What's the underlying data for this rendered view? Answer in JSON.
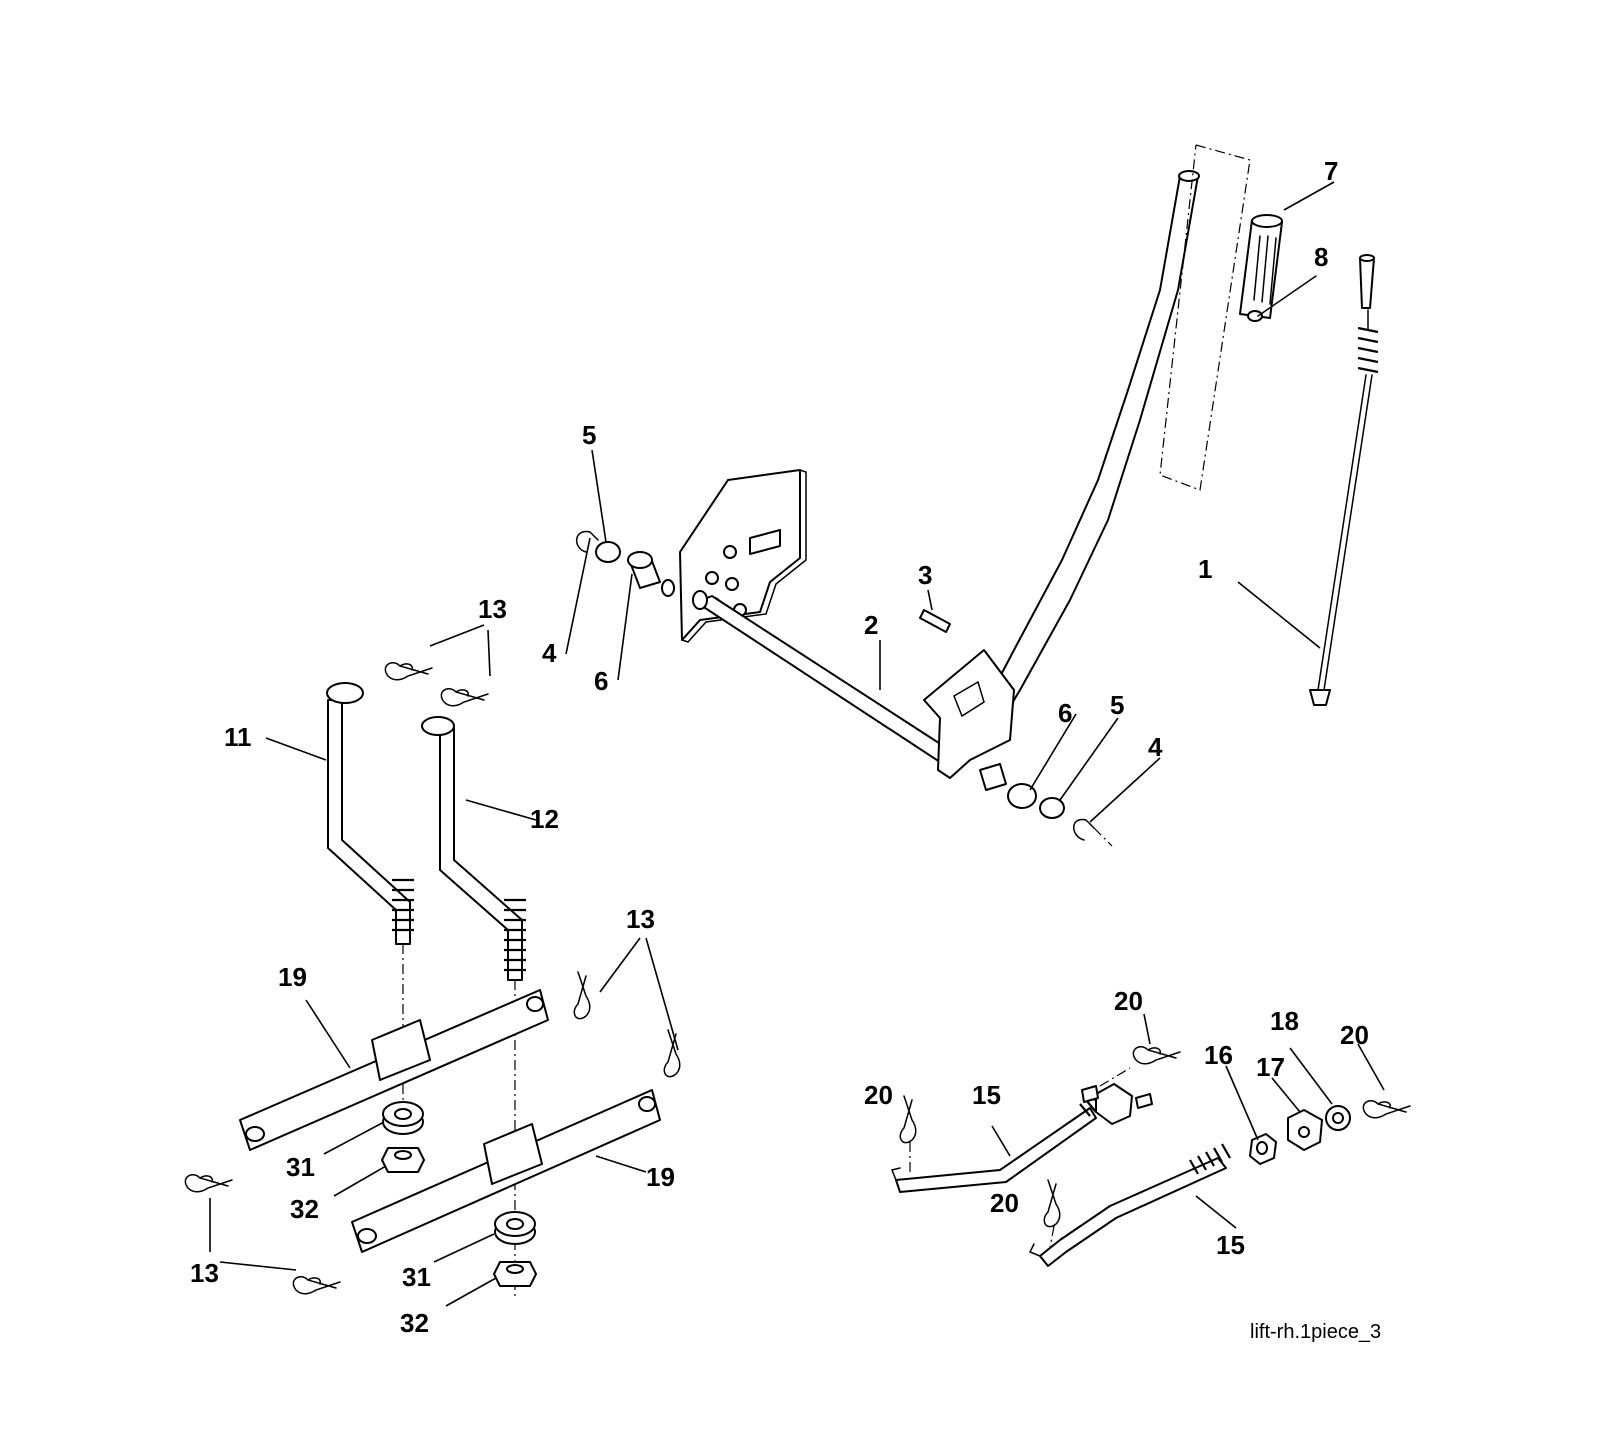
{
  "reference": "lift-rh.1piece_3",
  "callouts": [
    {
      "id": "c1",
      "text": "1"
    },
    {
      "id": "c2",
      "text": "2"
    },
    {
      "id": "c3",
      "text": "3"
    },
    {
      "id": "c4a",
      "text": "4"
    },
    {
      "id": "c4b",
      "text": "4"
    },
    {
      "id": "c5a",
      "text": "5"
    },
    {
      "id": "c5b",
      "text": "5"
    },
    {
      "id": "c6a",
      "text": "6"
    },
    {
      "id": "c6b",
      "text": "6"
    },
    {
      "id": "c7",
      "text": "7"
    },
    {
      "id": "c8",
      "text": "8"
    },
    {
      "id": "c11",
      "text": "11"
    },
    {
      "id": "c12",
      "text": "12"
    },
    {
      "id": "c13a",
      "text": "13"
    },
    {
      "id": "c13b",
      "text": "13"
    },
    {
      "id": "c13c",
      "text": "13"
    },
    {
      "id": "c15a",
      "text": "15"
    },
    {
      "id": "c15b",
      "text": "15"
    },
    {
      "id": "c16",
      "text": "16"
    },
    {
      "id": "c17",
      "text": "17"
    },
    {
      "id": "c18",
      "text": "18"
    },
    {
      "id": "c19a",
      "text": "19"
    },
    {
      "id": "c19b",
      "text": "19"
    },
    {
      "id": "c20a",
      "text": "20"
    },
    {
      "id": "c20b",
      "text": "20"
    },
    {
      "id": "c20c",
      "text": "20"
    },
    {
      "id": "c20d",
      "text": "20"
    },
    {
      "id": "c31a",
      "text": "31"
    },
    {
      "id": "c31b",
      "text": "31"
    },
    {
      "id": "c32a",
      "text": "32"
    },
    {
      "id": "c32b",
      "text": "32"
    }
  ]
}
